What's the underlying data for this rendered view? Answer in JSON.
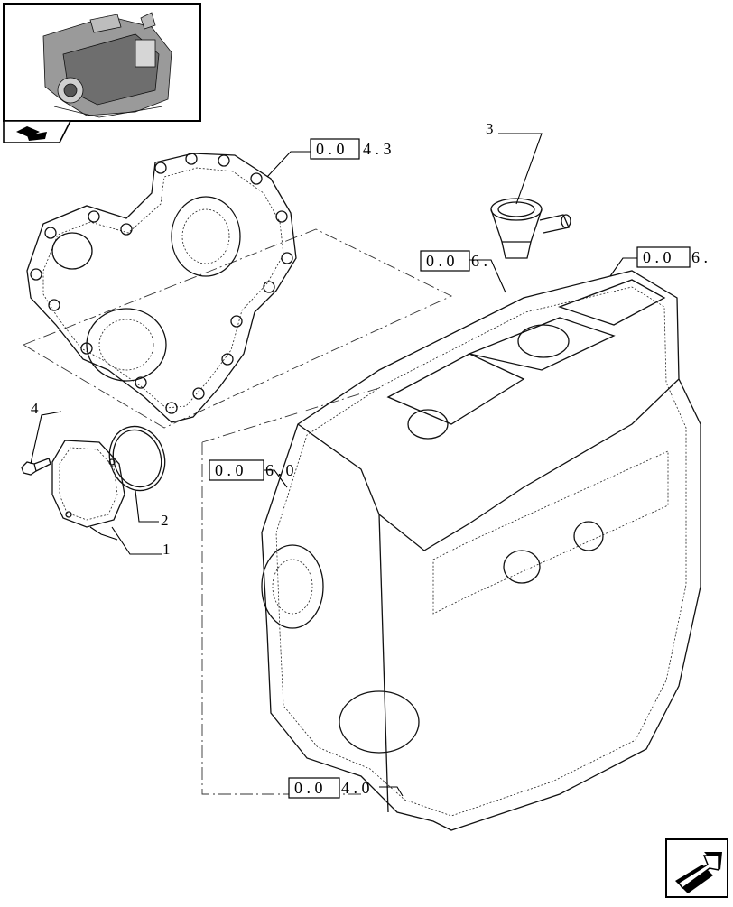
{
  "refs": {
    "r_043": {
      "pre": "0 . 0",
      "post": "4 . 3"
    },
    "r_06a": {
      "pre": "0 . 0",
      "post": "6 ."
    },
    "r_06b": {
      "pre": "0 . 0",
      "post": "6 ."
    },
    "r_060": {
      "pre": "0 . 0",
      "post": "6 . 0"
    },
    "r_040": {
      "pre": "0 . 0",
      "post": "4 . 0"
    }
  },
  "callouts": {
    "c1": "1",
    "c2": "2",
    "c3": "3",
    "c4": "4"
  },
  "icons": {
    "thumbnail": "engine-thumbnail-icon",
    "tab": "page-corner-icon",
    "nav": "next-page-arrow-icon"
  }
}
